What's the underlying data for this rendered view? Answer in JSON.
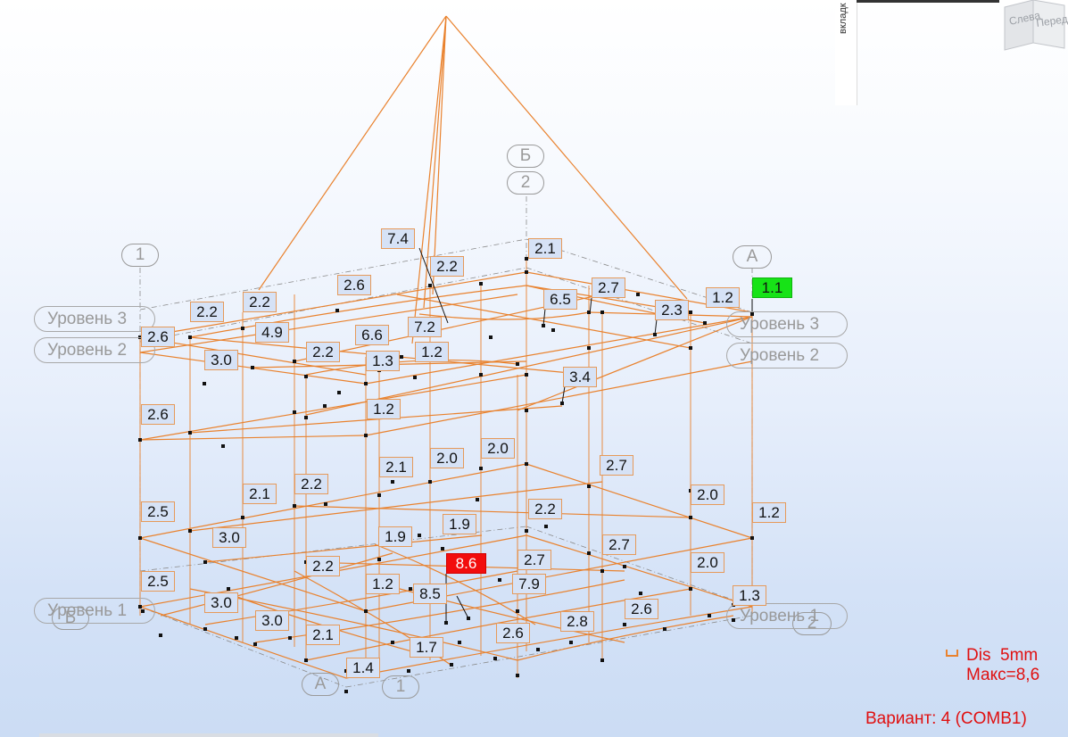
{
  "legend": {
    "dis_label": "Dis",
    "dis_value": "5mm",
    "max_text": "Макс=8,6"
  },
  "variant_text": "Вариант: 4 (COMB1)",
  "panel_tab_text": "вкладк",
  "viewcube": {
    "left_face": "Слева",
    "front_face": "Перед"
  },
  "colors": {
    "frame": "#e9822e",
    "max_highlight": "#f20d0d",
    "min_highlight": "#17e317",
    "legend_text": "#e01010"
  },
  "axis_bubbles": [
    "1",
    "Б",
    "2",
    "А",
    "2",
    "А",
    "1",
    "Б"
  ],
  "level_tags": [
    "Уровень 3",
    "Уровень 2",
    "Уровень 3",
    "Уровень 2",
    "Уровень 1",
    "Уровень 1"
  ],
  "displacement_labels": [
    "7.4",
    "2.2",
    "2.1",
    "2.6",
    "2.2",
    "2.2",
    "2.6",
    "4.9",
    "6.6",
    "7.2",
    "2.2",
    "1.3",
    "1.2",
    "3.0",
    "6.5",
    "2.7",
    "2.3",
    "1.2",
    "1.1",
    "3.4",
    "1.2",
    "2.6",
    "2.0",
    "2.0",
    "2.1",
    "2.7",
    "2.2",
    "2.1",
    "2.0",
    "2.5",
    "1.2",
    "3.0",
    "1.9",
    "1.9",
    "2.2",
    "2.7",
    "8.6",
    "2.7",
    "2.2",
    "2.5",
    "1.2",
    "7.9",
    "2.0",
    "3.0",
    "8.5",
    "2.6",
    "1.3",
    "3.0",
    "2.8",
    "2.1",
    "1.7",
    "2.6",
    "1.4"
  ],
  "max_value": "8.6",
  "min_value": "1.1"
}
